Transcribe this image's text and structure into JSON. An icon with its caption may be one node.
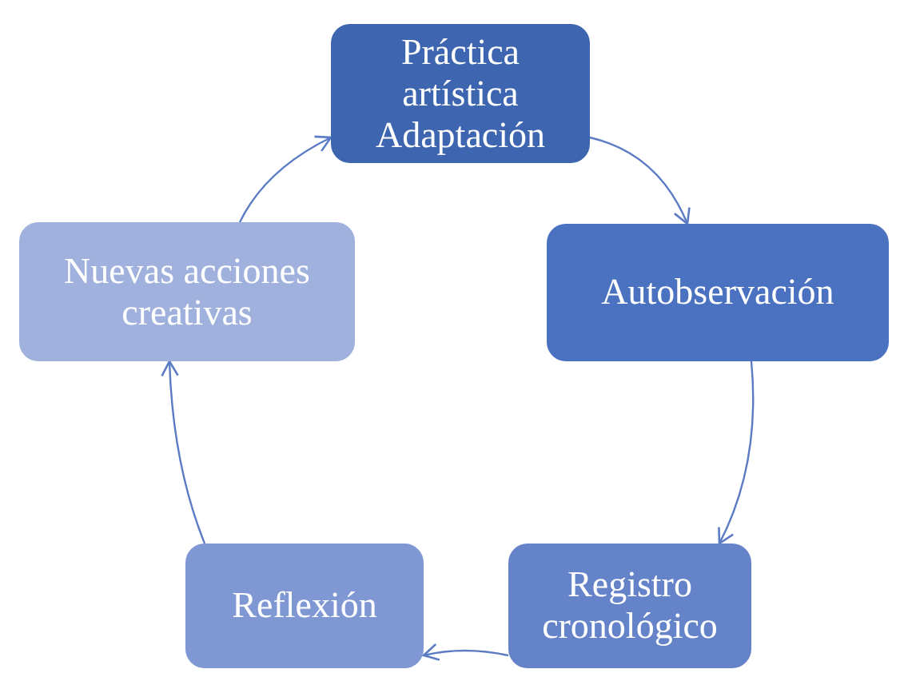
{
  "diagram": {
    "nodes": [
      {
        "text": [
          "Práctica artística Adaptación"
        ]
      },
      {
        "text": [
          "Autobservación"
        ]
      },
      {
        "text": [
          "Registro cronológico"
        ]
      },
      {
        "text": [
          "Reflexión"
        ]
      },
      {
        "text": [
          "Nuevas acciones creativas"
        ]
      }
    ],
    "edges": [
      {
        "from": 0,
        "to": 1,
        "arrow": "to"
      },
      {
        "from": 1,
        "to": 2,
        "arrow": "to"
      },
      {
        "from": 2,
        "to": 3,
        "arrow": "to"
      },
      {
        "from": 3,
        "to": 4,
        "arrow": "to"
      },
      {
        "from": 4,
        "to": 0,
        "arrow": "to"
      }
    ]
  }
}
